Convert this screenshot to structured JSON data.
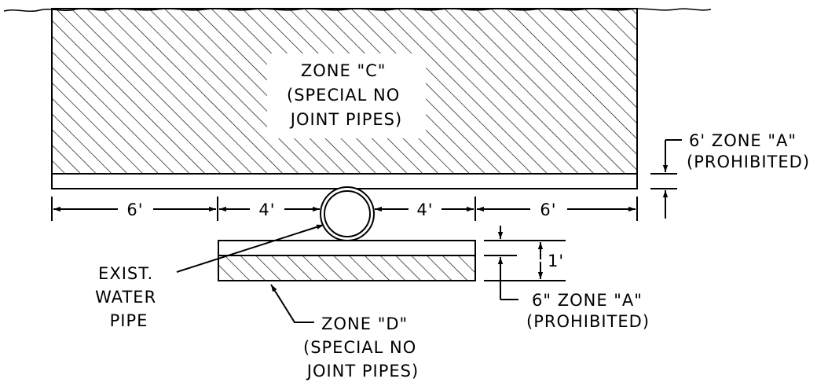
{
  "zone_c": {
    "lines": [
      "ZONE \"C\"",
      "(SPECIAL NO",
      "JOINT PIPES)"
    ]
  },
  "zone_a_upper": {
    "lines": [
      "6' ZONE \"A\"",
      "(PROHIBITED)"
    ]
  },
  "zone_a_lower": {
    "lines": [
      "6\" ZONE \"A\"",
      "(PROHIBITED)"
    ]
  },
  "zone_d": {
    "lines": [
      "ZONE \"D\"",
      "(SPECIAL NO",
      "JOINT PIPES)"
    ]
  },
  "water_pipe": {
    "lines": [
      "EXIST.",
      "WATER",
      "PIPE"
    ]
  },
  "dimensions": {
    "left_outer": "6'",
    "left_inner": "4'",
    "right_inner": "4'",
    "right_outer": "6'",
    "lower_height": "1'"
  },
  "colors": {
    "line": "#000000",
    "background": "#ffffff"
  }
}
